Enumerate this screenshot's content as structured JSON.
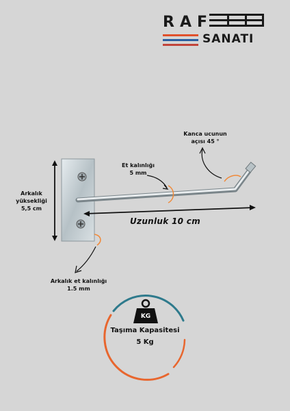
{
  "logo": {
    "line1": "RAF",
    "line2": "SANATI",
    "colors": [
      "#e0502b",
      "#2a5fa0",
      "#1a1a1a"
    ]
  },
  "labels": {
    "hook_angle_line1": "Kanca ucunun",
    "hook_angle_line2": "açısı  45 °",
    "thickness_line1": "Et kalınlığı",
    "thickness_line2": "5 mm",
    "back_height_line1": "Arkalık",
    "back_height_line2": "yüksekliği",
    "back_height_line3": "5,5 cm",
    "length": "Uzunluk 10 cm",
    "back_thickness_line1": "Arkalık et kalınlığı",
    "back_thickness_line2": "1.5 mm"
  },
  "capacity": {
    "title": "Taşıma Kapasitesi",
    "value": "5 Kg",
    "weight_icon_text": "KG",
    "ring_colors": [
      "#e8662e",
      "#2e7a8c"
    ]
  }
}
